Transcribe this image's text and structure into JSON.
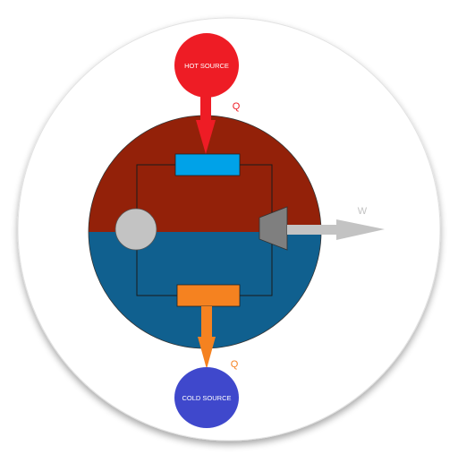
{
  "hot_source": {
    "label": "HOT SOURCE",
    "color": "#ee1c25"
  },
  "cold_source": {
    "label": "COLD SOURCE",
    "color": "#3f48cc"
  },
  "heat_in": {
    "label": "Q",
    "color": "#ee1c25"
  },
  "heat_out": {
    "label": "Q",
    "color": "#f58220"
  },
  "work": {
    "label": "W",
    "color": "#c3c3c3"
  },
  "engine": {
    "hot_half_color": "#932109",
    "cold_half_color": "#10608f",
    "heater_color": "#00a2e8",
    "cooler_color": "#f58220",
    "pump_color": "#c3c3c3",
    "turbine_color": "#7f7f7f"
  }
}
